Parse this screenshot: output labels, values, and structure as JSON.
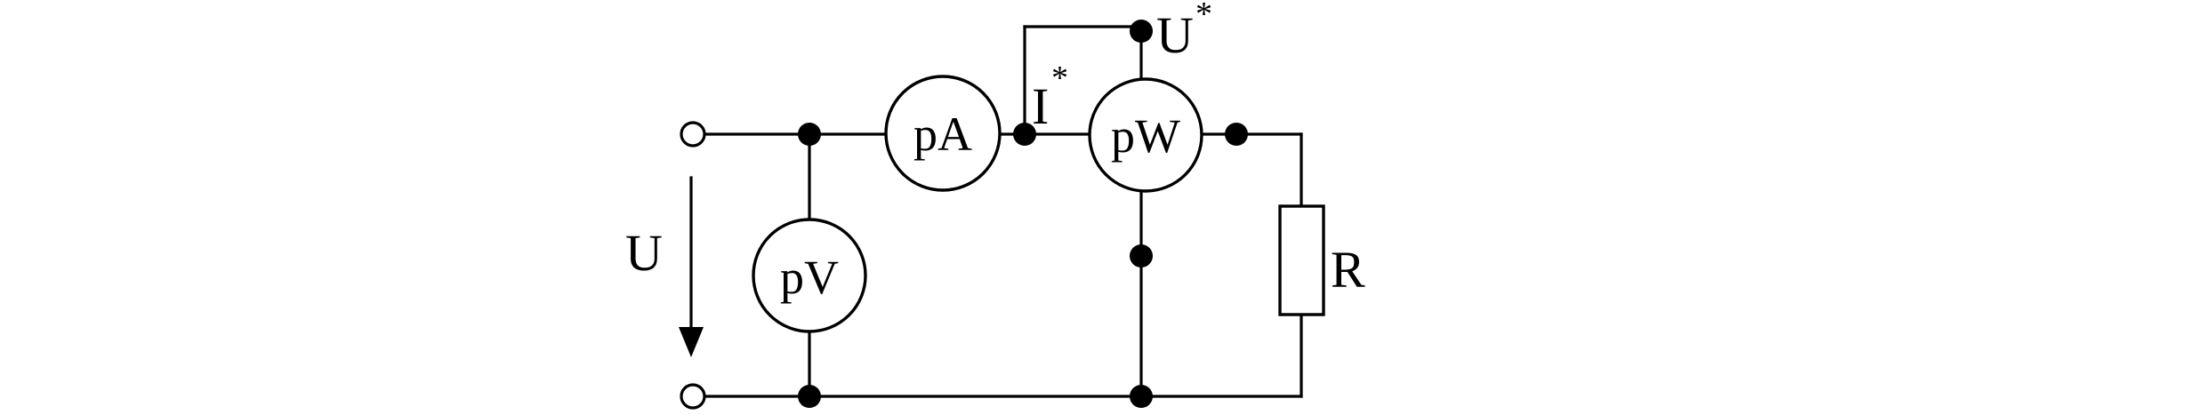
{
  "meters": {
    "ammeter": "pA",
    "voltmeter": "pV",
    "wattmeter": "pW"
  },
  "labels": {
    "source_voltage": "U",
    "current_terminal": "I",
    "voltage_terminal": "U",
    "terminal_mark": "*",
    "load": "R"
  }
}
